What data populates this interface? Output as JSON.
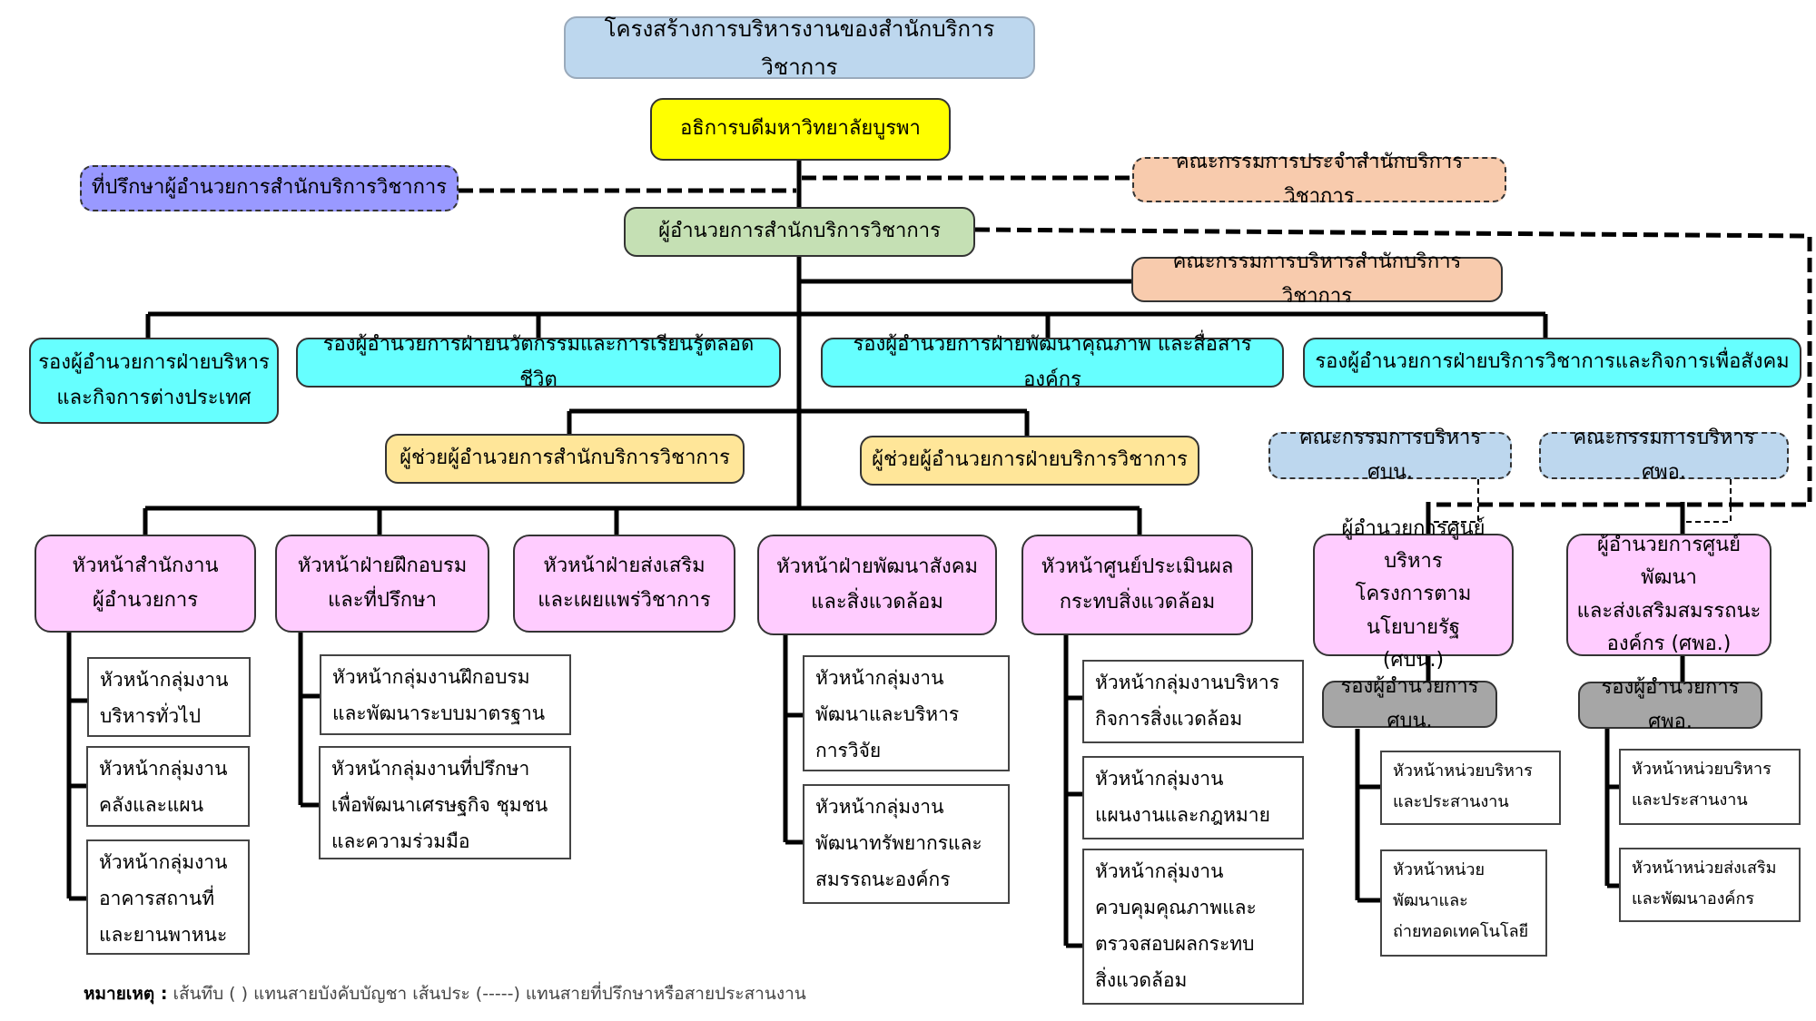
{
  "title": "โครงสร้างการบริหารงานของสำนักบริการวิชาการ",
  "president": "อธิการบดีมหาวิทยาลัยบูรพา",
  "advisor": "ที่ปรึกษาผู้อำนวยการสำนักบริการวิชาการ",
  "standing_committee": "คณะกรรมการประจำสำนักบริการวิชาการ",
  "director": "ผู้อำนวยการสำนักบริการวิชาการ",
  "executive_committee": "คณะกรรมการบริหารสำนักบริการวิชาการ",
  "deputies": [
    {
      "line1": "รองผู้อำนวยการฝ่ายบริหาร",
      "line2": "และกิจการต่างประเทศ"
    },
    {
      "line1": "รองผู้อำนวยการฝ่ายนวัตกรรมและการเรียนรู้ตลอดชีวิต"
    },
    {
      "line1": "รองผู้อำนวยการฝ่ายพัฒนาคุณภาพ และสื่อสารองค์กร"
    },
    {
      "line1": "รองผู้อำนวยการฝ่ายบริการวิชาการและกิจการเพื่อสังคม"
    }
  ],
  "assistants": [
    "ผู้ช่วยผู้อำนวยการสำนักบริการวิชาการ",
    "ผู้ช่วยผู้อำนวยการฝ่ายบริการวิชาการ"
  ],
  "center_committees": [
    "คณะกรรมการบริหาร ศบน.",
    "คณะกรรมการบริหาร ศพอ."
  ],
  "divisions": [
    {
      "line1": "หัวหน้าสำนักงาน",
      "line2": "ผู้อำนวยการ",
      "groups": [
        {
          "line1": "หัวหน้ากลุ่มงาน",
          "line2": "บริหารทั่วไป"
        },
        {
          "line1": "หัวหน้ากลุ่มงาน",
          "line2": "คลังและแผน"
        },
        {
          "line1": "หัวหน้ากลุ่มงาน",
          "line2": "อาคารสถานที่",
          "line3": "และยานพาหนะ"
        }
      ]
    },
    {
      "line1": "หัวหน้าฝ่ายฝึกอบรม",
      "line2": "และที่ปรึกษา",
      "groups": [
        {
          "line1": "หัวหน้ากลุ่มงานฝึกอบรม",
          "line2": "และพัฒนาระบบมาตรฐาน"
        },
        {
          "line1": "หัวหน้ากลุ่มงานที่ปรึกษา",
          "line2": "เพื่อพัฒนาเศรษฐกิจ ชุมชน",
          "line3": "และความร่วมมือ"
        }
      ]
    },
    {
      "line1": "หัวหน้าฝ่ายส่งเสริม",
      "line2": "และเผยแพร่วิชาการ",
      "groups": []
    },
    {
      "line1": "หัวหน้าฝ่ายพัฒนาสังคม",
      "line2": "และสิ่งแวดล้อม",
      "groups": [
        {
          "line1": "หัวหน้ากลุ่มงาน",
          "line2": "พัฒนาและบริหาร",
          "line3": "การวิจัย"
        },
        {
          "line1": "หัวหน้ากลุ่มงาน",
          "line2": "พัฒนาทรัพยากรและ",
          "line3": "สมรรถนะองค์กร"
        }
      ]
    },
    {
      "line1": "หัวหน้าศูนย์ประเมินผล",
      "line2": "กระทบสิ่งแวดล้อม",
      "groups": [
        {
          "line1": "หัวหน้ากลุ่มงานบริหาร",
          "line2": "กิจการสิ่งแวดล้อม"
        },
        {
          "line1": "หัวหน้ากลุ่มงาน",
          "line2": "แผนงานและกฎหมาย"
        },
        {
          "line1": "หัวหน้ากลุ่มงาน",
          "line2": "ควบคุมคุณภาพและ",
          "line3": "ตรวจสอบผลกระทบ",
          "line4": "สิ่งแวดล้อม"
        }
      ]
    }
  ],
  "centers": [
    {
      "line1": "ผู้อำนวยการศูนย์บริหาร",
      "line2": "โครงการตามนโยบายรัฐ",
      "line3": "(ศบน.)",
      "deputy": "รองผู้อำนวยการ ศบน.",
      "units": [
        {
          "line1": "หัวหน้าหน่วยบริหาร",
          "line2": "และประสานงาน"
        },
        {
          "line1": "หัวหน้าหน่วย",
          "line2": "พัฒนาและ",
          "line3": "ถ่ายทอดเทคโนโลยี"
        }
      ]
    },
    {
      "line1": "ผู้อำนวยการศูนย์พัฒนา",
      "line2": "และส่งเสริมสมรรถนะ",
      "line3": "องค์กร (ศพอ.)",
      "deputy": "รองผู้อำนวยการ ศพอ.",
      "units": [
        {
          "line1": "หัวหน้าหน่วยบริหาร",
          "line2": "และประสานงาน"
        },
        {
          "line1": "หัวหน้าหน่วยส่งเสริม",
          "line2": "และพัฒนาองค์กร"
        }
      ]
    }
  ],
  "legend": {
    "label": "หมายเหตุ :",
    "text": "เส้นทึบ (      ) แทนสายบังคับบัญชา   เส้นประ (-----) แทนสายที่ปรึกษาหรือสายประสานงาน"
  },
  "colors": {
    "title": "#bdd7ee",
    "president": "#ffff00",
    "advisor": "#9999ff",
    "committee": "#f8cbad",
    "director": "#c5e0b4",
    "deputy": "#66ffff",
    "assistant": "#ffe699",
    "division": "#ffccff",
    "center_deputy": "#a6a6a6"
  }
}
